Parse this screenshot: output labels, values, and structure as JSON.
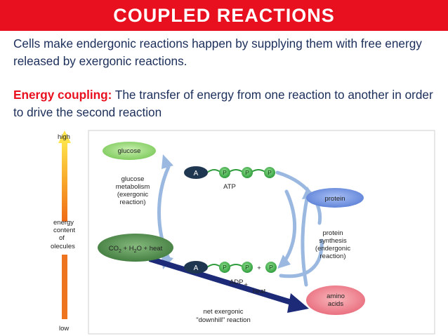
{
  "title": "COUPLED REACTIONS",
  "intro": "Cells make endergonic reactions happen by supplying them with free energy released by exergonic reactions.",
  "coupling": {
    "term": "Energy coupling:",
    "definition": " The transfer of energy from one reaction to another in order to drive the second reaction"
  },
  "diagram": {
    "axis": {
      "high": "high",
      "low": "low",
      "label_lines": [
        "energy",
        "content",
        "of",
        "olecules"
      ]
    },
    "glucose": "glucose",
    "glucose_metabolism": [
      "glucose",
      "metabolism",
      "(exergonic",
      "reaction)"
    ],
    "products": {
      "co2": "CO",
      "co2_sub": "2",
      "plus1": " + H",
      "h2o_sub": "2",
      "rest": "O + heat"
    },
    "atp": {
      "a": "A",
      "p": "P",
      "label": "ATP"
    },
    "adp": {
      "a": "A",
      "p": "P",
      "plus": "+",
      "label": "ADP",
      "plus_heat": "+",
      "heat": "heat"
    },
    "protein": "protein",
    "protein_synthesis": [
      "protein",
      "synthesis",
      "(endergonic",
      "reaction)"
    ],
    "amino_acids": [
      "amino",
      "acids"
    ],
    "net_exergonic": [
      "net exergonic",
      "\"downhill\" reaction"
    ],
    "colors": {
      "title_bar": "#e8101f",
      "glucose": "#8ed36a",
      "products": "#4e8a4a",
      "protein": "#6f8fe0",
      "amino_acids": "#ef7d85",
      "phosphate": "#3db24a",
      "adenosine": "#1f3650",
      "cycle_arrow": "#9bb8e0",
      "net_arrow": "#1c2a78"
    }
  }
}
